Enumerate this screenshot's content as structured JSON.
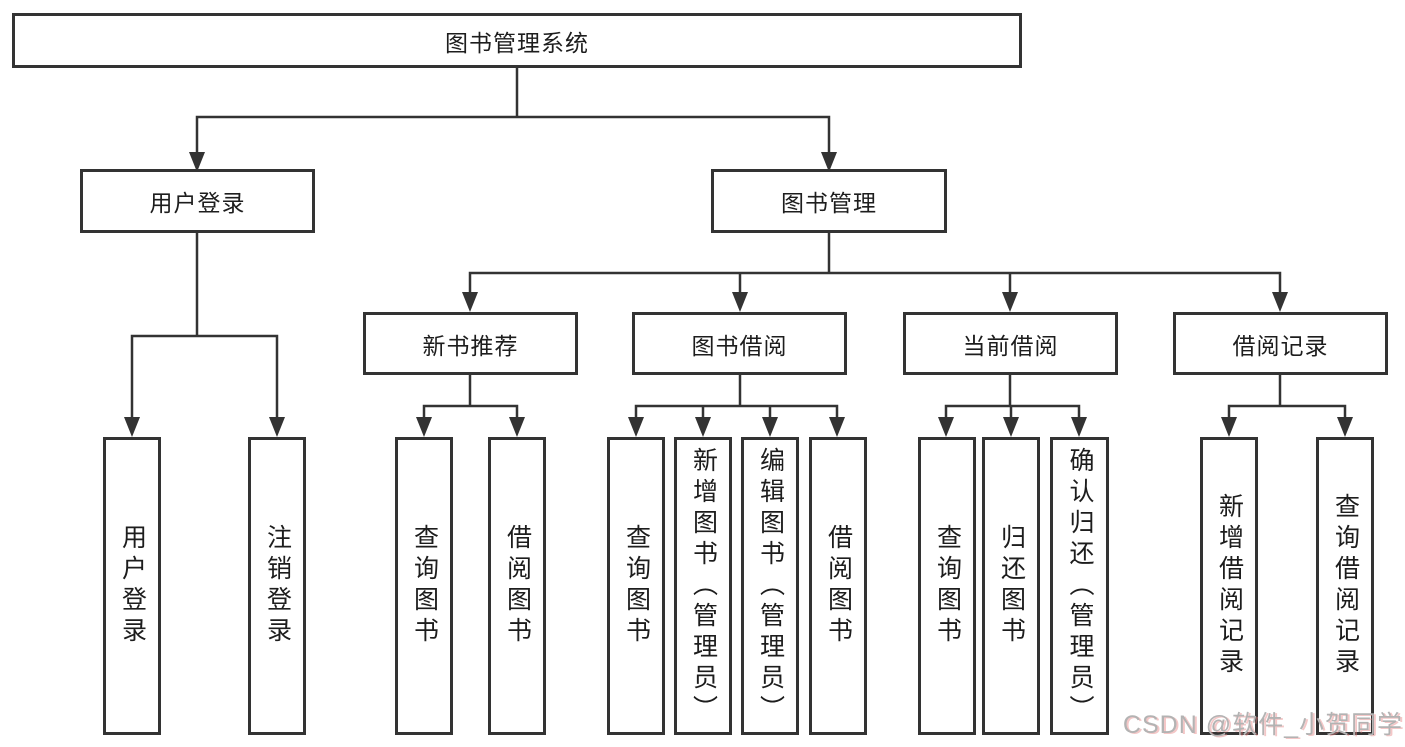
{
  "diagram": {
    "root": {
      "label": "图书管理系统"
    },
    "branches": [
      {
        "label": "用户登录",
        "children": [
          "用户登录",
          "注销登录"
        ]
      },
      {
        "label": "图书管理",
        "sections": [
          {
            "label": "新书推荐",
            "children": [
              "查询图书",
              "借阅图书"
            ]
          },
          {
            "label": "图书借阅",
            "children": [
              "查询图书",
              "新增图书（管理员）",
              "编辑图书（管理员）",
              "借阅图书"
            ]
          },
          {
            "label": "当前借阅",
            "children": [
              "查询图书",
              "归还图书",
              "确认归还（管理员）"
            ]
          },
          {
            "label": "借阅记录",
            "children": [
              "新增借阅记录",
              "查询借阅记录"
            ]
          }
        ]
      }
    ]
  },
  "watermark": {
    "text": "CSDN @软件_小贺同学"
  },
  "colors": {
    "line": "#333333",
    "box_border": "#333333",
    "text": "#1d1d1d",
    "background": "#ffffff",
    "watermark_gray": "#b3b3b3",
    "watermark_red_fringe": "#e78282"
  }
}
